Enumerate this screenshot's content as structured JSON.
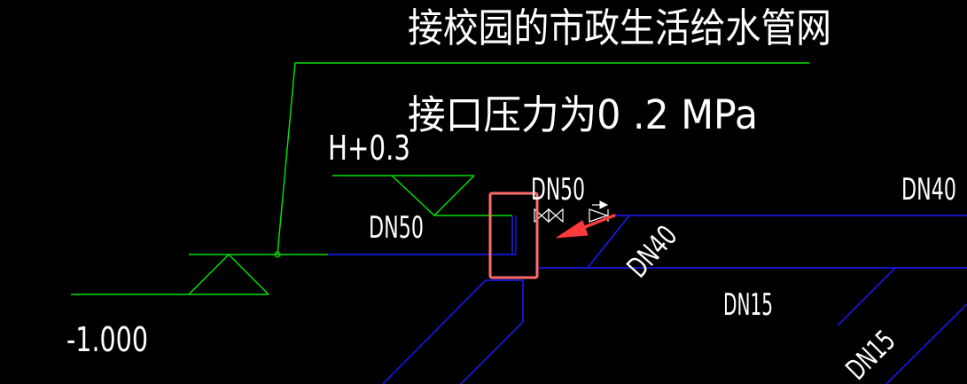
{
  "notes": {
    "line1": "接校园的市政生活给水管网",
    "line2": "接口压力为0 .2 MPa"
  },
  "elevations": {
    "upper": "H+0.3",
    "lower": "-1.000"
  },
  "pipe_labels": {
    "dn50_left": "DN50",
    "dn50_top": "DN50",
    "dn40_right": "DN40",
    "dn40_diagonal": "DN40",
    "dn15_mid": "DN15",
    "dn15_bottom": "DN15"
  },
  "colors": {
    "background": "#000000",
    "leader": "#00e000",
    "pipe": "#1a1aff",
    "text": "#ffffff",
    "highlight": "#ff6b6b",
    "arrow": "#ff3b3b"
  }
}
